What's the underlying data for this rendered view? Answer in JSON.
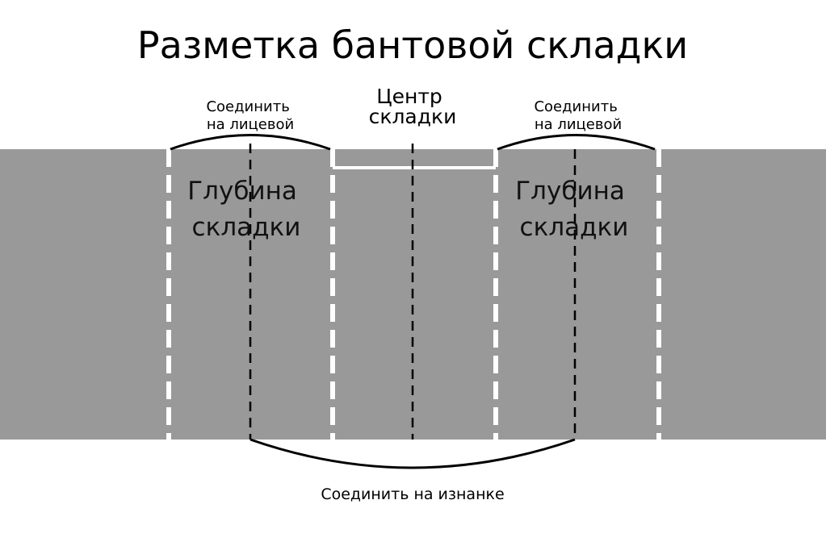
{
  "title": "Разметка бантовой складки",
  "labels": {
    "join_right_side_left": [
      "Соединить",
      "на лицевой"
    ],
    "fold_center": [
      "Центр",
      "складки"
    ],
    "join_right_side_right": [
      "Соединить",
      "на лицевой"
    ],
    "fold_depth_left": [
      "Глубина",
      "складки"
    ],
    "fold_depth_right": [
      "Глубина",
      "складки"
    ],
    "join_wrong_side": "Соединить на изнанке"
  },
  "colors": {
    "fabric": "#999999",
    "white_lines": "#ffffff",
    "black_lines": "#000000"
  }
}
